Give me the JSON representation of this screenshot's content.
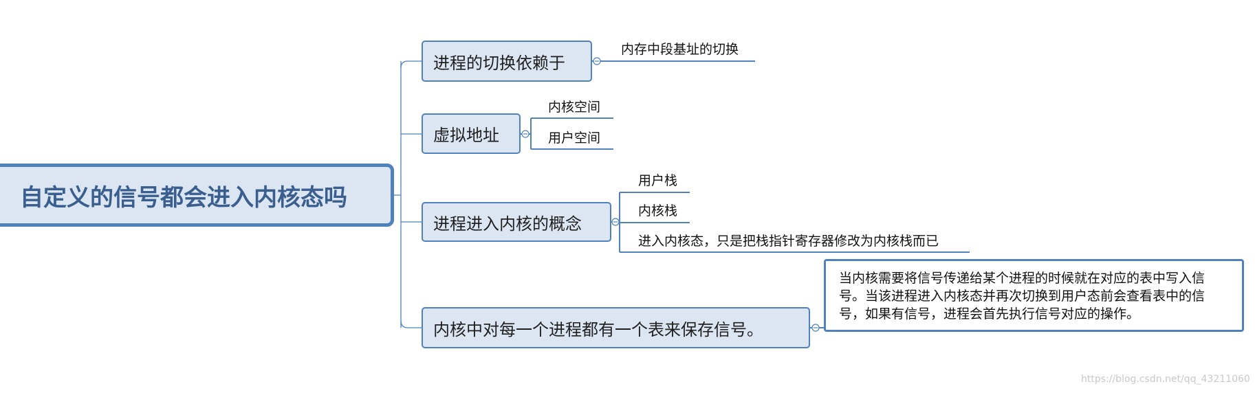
{
  "root": {
    "label": "自定义的信号都会进入内核态吗"
  },
  "branches": [
    {
      "label": "进程的切换依赖于",
      "children": [
        "内存中段基址的切换"
      ]
    },
    {
      "label": "虚拟地址",
      "children": [
        "内核空间",
        "用户空间"
      ]
    },
    {
      "label": "进程进入内核的概念",
      "children": [
        "用户栈",
        "内核栈",
        "进入内核态，只是把栈指针寄存器修改为内核栈而已"
      ]
    },
    {
      "label": "内核中对每一个进程都有一个表来保存信号。",
      "note": "当内核需要将信号传递给某个进程的时候就在对应的表中写入信号。当该进程进入内核态并再次切换到用户态前会查看表中的信号，如果有信号，进程会首先执行信号对应的操作。"
    }
  ],
  "watermark": "https://blog.csdn.net/qq_43211060",
  "colors": {
    "accent": "#4f81bd",
    "node_fill": "#dce6f2",
    "root_text": "#3a5f8f"
  }
}
